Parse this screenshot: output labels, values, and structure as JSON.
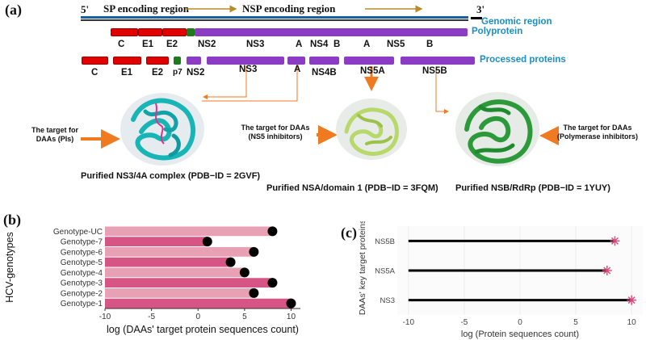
{
  "panel_a": {
    "label": "(a)",
    "five_prime": "5'",
    "three_prime": "3'",
    "sp_region": "SP encoding region",
    "nsp_region": "NSP encoding region",
    "genomic_region": "Genomic region",
    "polyprotein": "Polyprotein",
    "processed_proteins": "Processed proteins",
    "poly_labels": [
      "C",
      "E1",
      "E2",
      "NS2",
      "NS3",
      "A",
      "NS4",
      "B",
      "A",
      "NS5",
      "B"
    ],
    "proc_labels": [
      "C",
      "E1",
      "E2",
      "p7",
      "NS2",
      "NS3",
      "A",
      "NS4B",
      "NS5A",
      "NS5B"
    ],
    "target_1": "The target for\nDAAs (PIs)",
    "target_2": "The target for DAAs\n(NS5 inhibitors)",
    "target_3": "The target for DAAs\n(Polymerase inhibitors)",
    "caption_1": "Purified NS3/4A complex (PDB−ID = 2GVF)",
    "caption_2": "Purified NSA/domain 1 (PDB−ID = 3FQM)",
    "caption_3": "Purified NSB/RdRp (PDB−ID = 1YUY)",
    "colors": {
      "red": "#e00000",
      "purple": "#8c3cc4",
      "green": "#1d7a1d",
      "blue": "#1a8fc4",
      "arrow": "#f07a20"
    }
  },
  "panel_b": {
    "label": "(b)"
  },
  "panel_c": {
    "label": "(c)"
  },
  "chart_data": [
    {
      "type": "bar",
      "panel": "b",
      "ylabel": "HCV-genotypes",
      "xlabel": "log (DAAs' target protein sequences count)",
      "categories": [
        "Genotype-UC",
        "Genotype-7",
        "Genotype-6",
        "Genotype-5",
        "Genotype-4",
        "Genotype-3",
        "Genotype-2",
        "Genotype-1"
      ],
      "values": [
        8,
        1,
        6,
        3.5,
        5,
        8,
        6,
        10
      ],
      "xticks": [
        "-10",
        "-5",
        "0",
        "5",
        "10"
      ],
      "xlim": [
        -10,
        11
      ],
      "colors": [
        "#e7a0b4",
        "#d65585"
      ]
    },
    {
      "type": "scatter",
      "panel": "c",
      "ylabel": "DAAs' key target proteins",
      "xlabel": "log (Protein sequences count)",
      "categories": [
        "NS5B",
        "NS5A",
        "NS3"
      ],
      "values": [
        8.5,
        7.8,
        10
      ],
      "xticks": [
        "-10",
        "-5",
        "0",
        "5",
        "10"
      ],
      "xlim": [
        -11,
        11
      ],
      "colors": [
        "#000000",
        "#e0457b"
      ]
    }
  ]
}
